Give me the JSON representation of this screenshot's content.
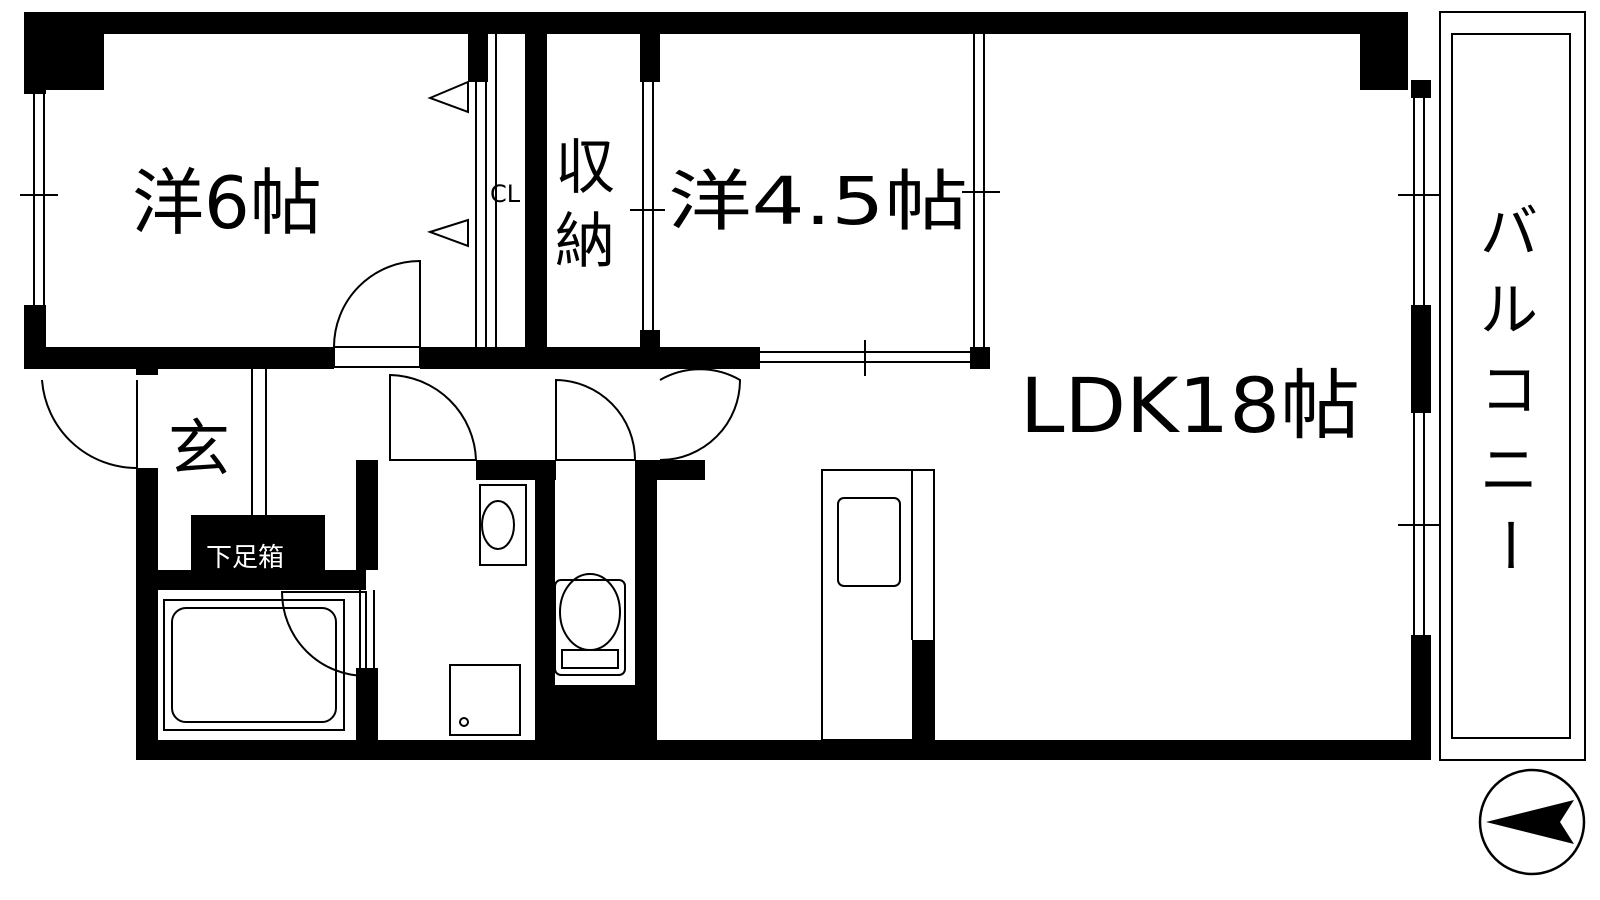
{
  "rooms": {
    "western_6": "洋6帖",
    "western_4_5": "洋4.5帖",
    "ldk": "LDK18帖",
    "storage_line1": "収",
    "storage_line2": "納",
    "closet": "CL",
    "entrance": "玄",
    "shoe_box": "下足箱",
    "balcony": [
      "バ",
      "ル",
      "コ",
      "ニ",
      "ー"
    ]
  },
  "compass": {
    "icon": "compass-north-arrow-icon"
  },
  "colors": {
    "wall": "#000000",
    "background": "#ffffff",
    "fixture_line": "#000000"
  }
}
